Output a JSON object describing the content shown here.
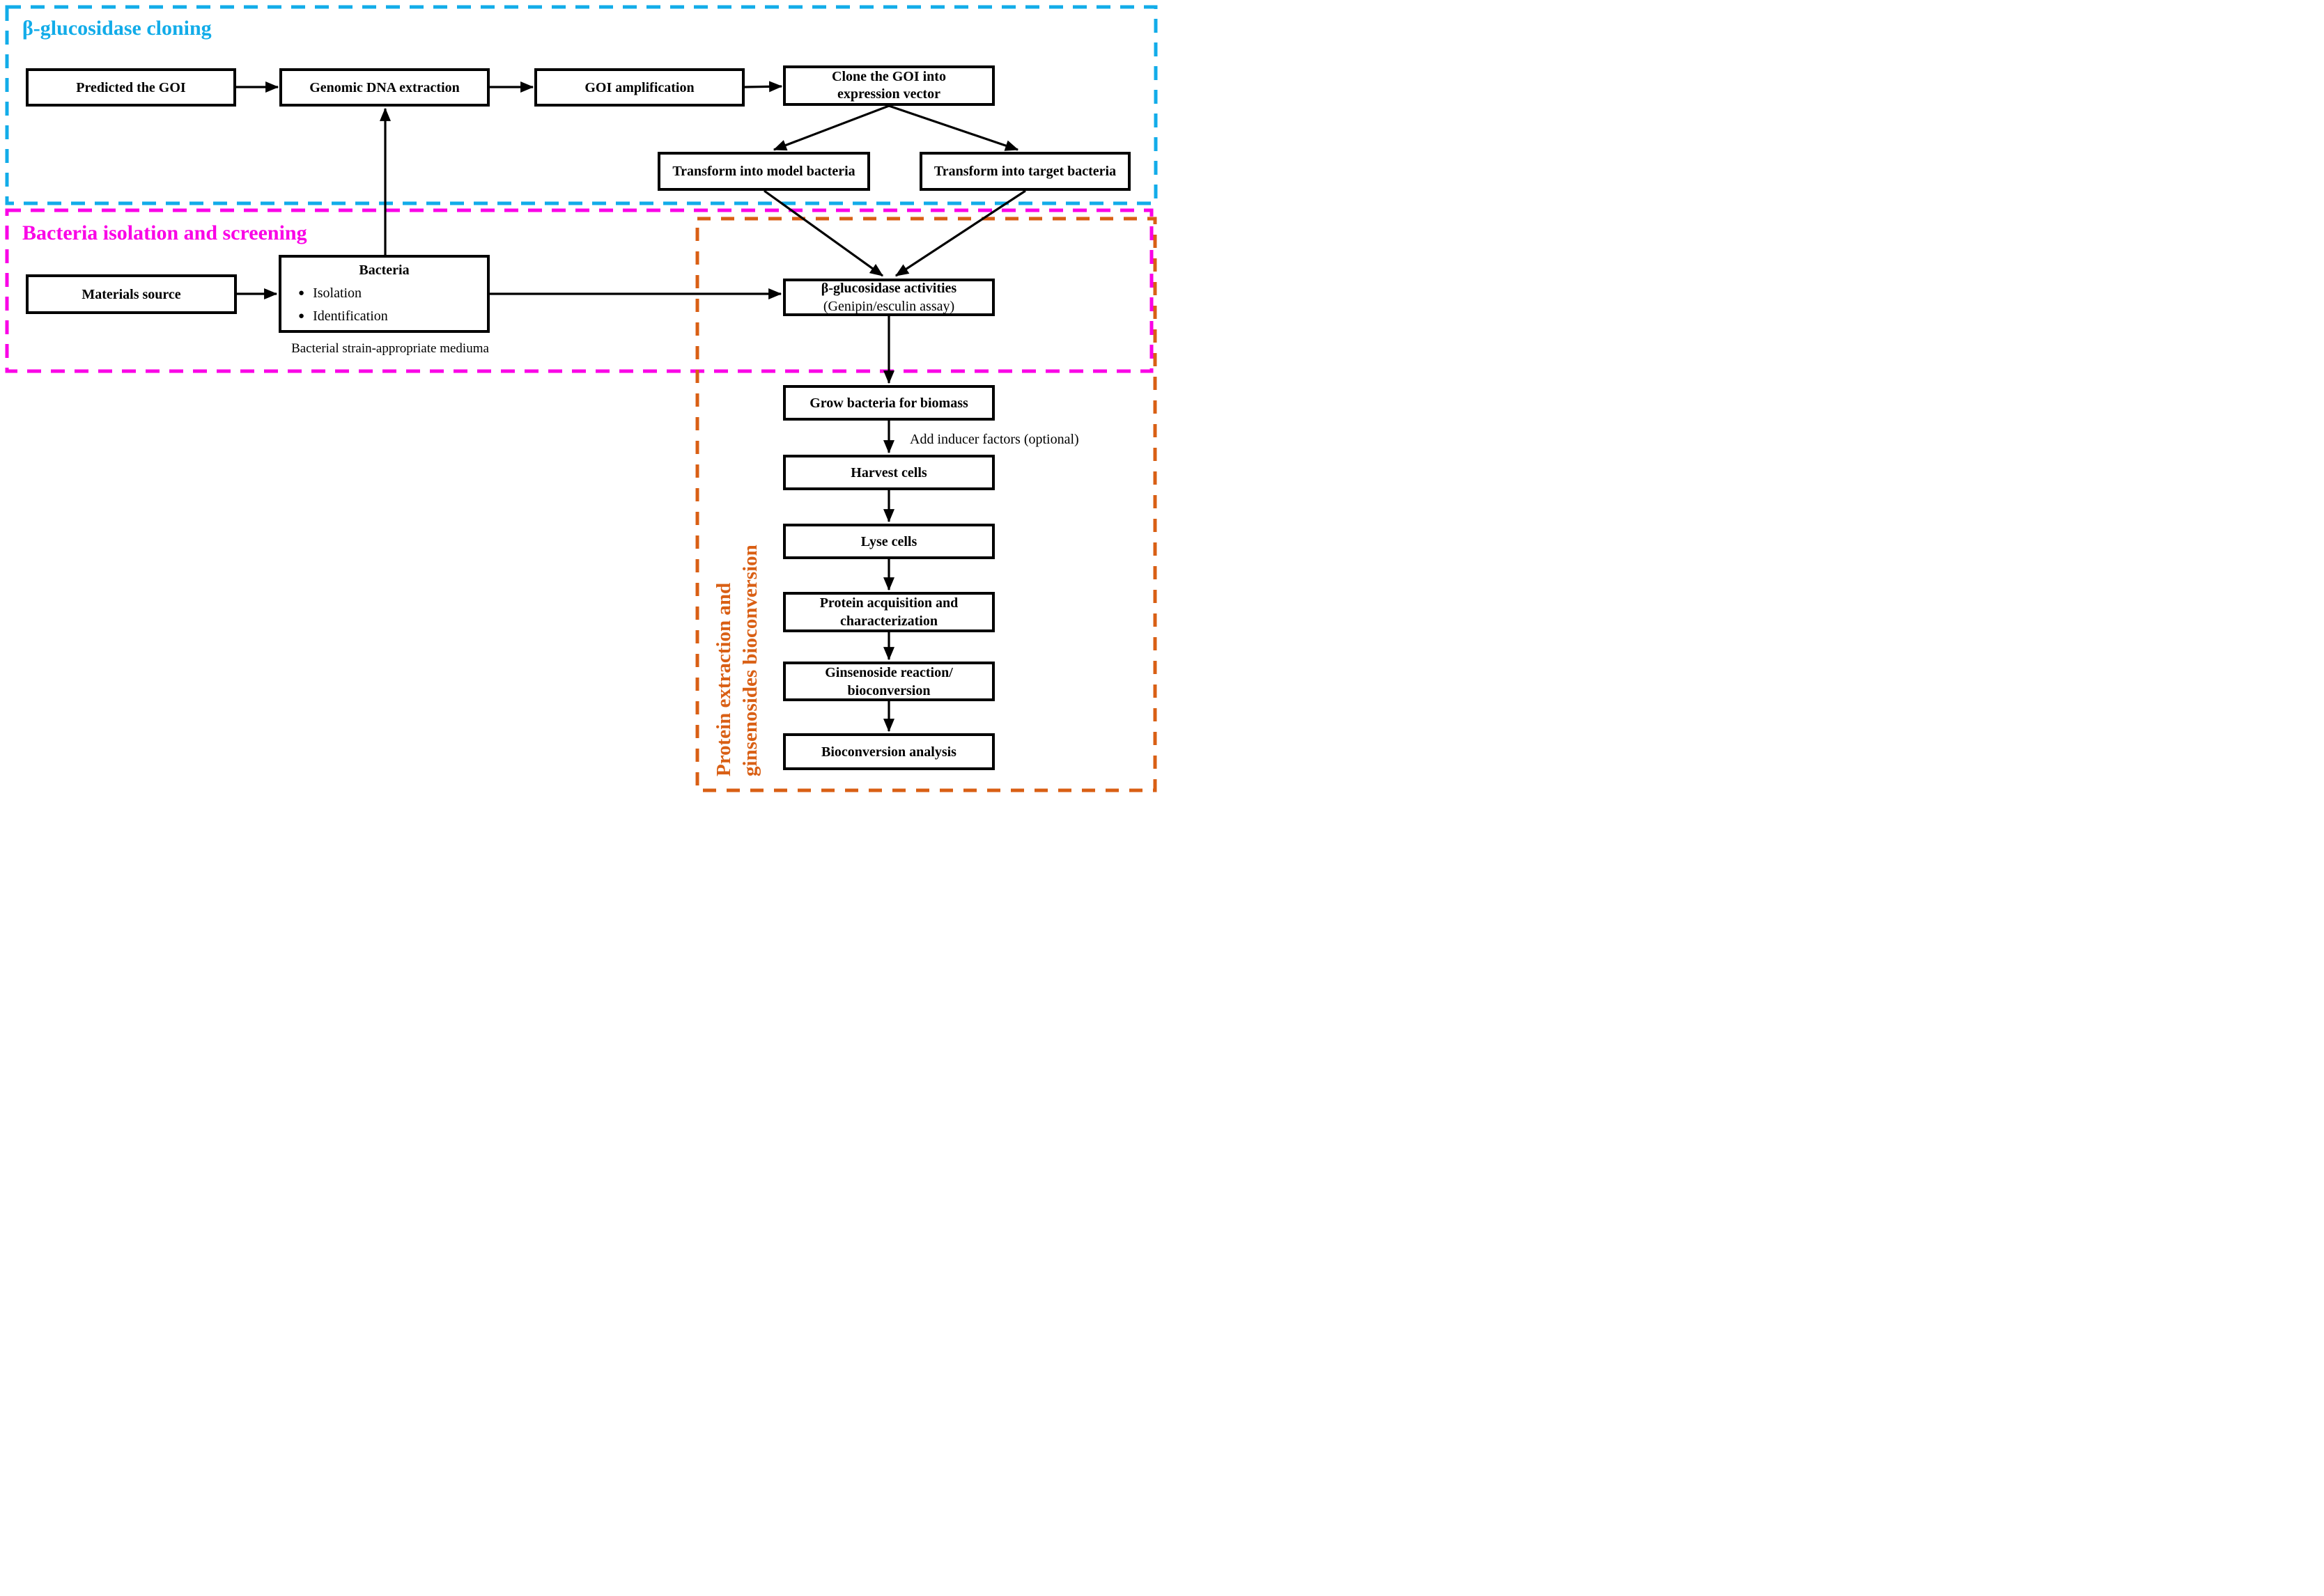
{
  "colors": {
    "cloning": "#12ACE9",
    "isolation": "#FA00E6",
    "bioconversion": "#D95F14",
    "line": "#000000"
  },
  "regions": {
    "cloning": {
      "title": "β-glucosidase cloning"
    },
    "isolation": {
      "title": "Bacteria isolation and screening"
    },
    "bioconversion": {
      "title_line1": "Protein extraction and",
      "title_line2": "ginsenosides bioconversion"
    }
  },
  "nodes": {
    "predicted": {
      "label": "Predicted the GOI"
    },
    "genomic": {
      "label": "Genomic DNA extraction"
    },
    "goi_amp": {
      "label": "GOI amplification"
    },
    "clone": {
      "line1": "Clone the GOI into",
      "line2": "expression vector"
    },
    "model": {
      "label": "Transform into model bacteria"
    },
    "target": {
      "label": "Transform into target bacteria"
    },
    "materials": {
      "label": "Materials source"
    },
    "bacteria": {
      "title": "Bacteria",
      "bullets": [
        "Isolation",
        "Identification"
      ]
    },
    "activities": {
      "line1": "β-glucosidase activities",
      "line2": "(Genipin/esculin assay)"
    },
    "grow": {
      "label": "Grow bacteria for biomass"
    },
    "harvest": {
      "label": "Harvest cells"
    },
    "lyse": {
      "label": "Lyse cells"
    },
    "protein": {
      "line1": "Protein acquisition and",
      "line2": "characterization"
    },
    "ginsenoside": {
      "line1": "Ginsenoside reaction/",
      "line2": "bioconversion"
    },
    "analysis": {
      "label": "Bioconversion analysis"
    }
  },
  "notes": {
    "medium": "Bacterial strain-appropriate mediuma",
    "inducer": "Add inducer factors (optional)"
  }
}
